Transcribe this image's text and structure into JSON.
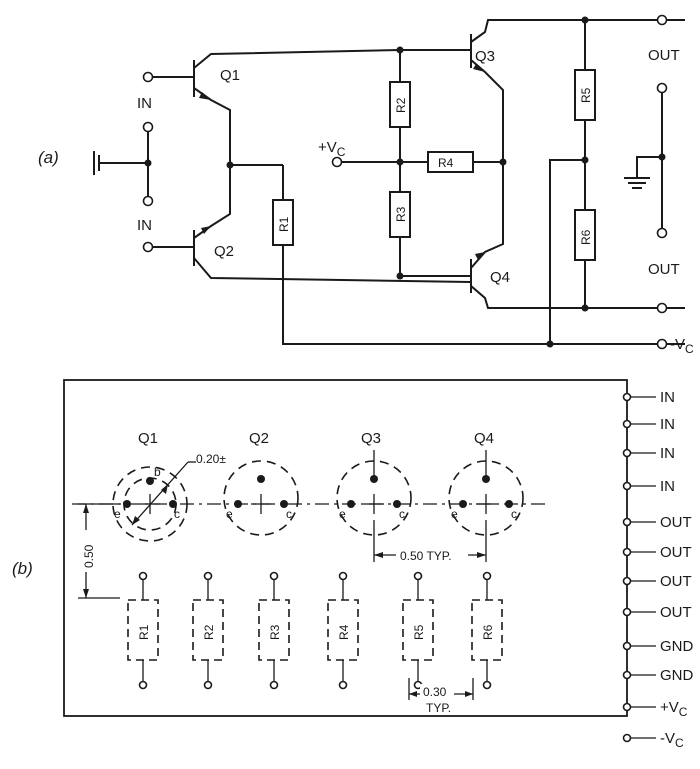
{
  "panel_a": {
    "label": "(a)",
    "inputs": [
      "IN",
      "IN"
    ],
    "outputs": [
      "OUT",
      "OUT"
    ],
    "transistors": [
      "Q1",
      "Q2",
      "Q3",
      "Q4"
    ],
    "resistors": [
      "R1",
      "R2",
      "R3",
      "R4",
      "R5",
      "R6"
    ],
    "supply_pos": "+V",
    "supply_neg": "-V",
    "supply_sub": "C"
  },
  "panel_b": {
    "label": "(b)",
    "transistors": [
      "Q1",
      "Q2",
      "Q3",
      "Q4"
    ],
    "resistors": [
      "R1",
      "R2",
      "R3",
      "R4",
      "R5",
      "R6"
    ],
    "pin_letters": {
      "emitter": "e",
      "base": "b",
      "collector": "c"
    },
    "dim_radius": "0.20±",
    "dim_vertical": "0.50",
    "dim_transistor_pitch": "0.50 TYP.",
    "dim_resistor_pitch": "0.30",
    "dim_resistor_pitch_note": "TYP.",
    "pins": [
      "IN",
      "IN",
      "IN",
      "IN",
      "OUT",
      "OUT",
      "OUT",
      "OUT",
      "GND",
      "GND",
      "+V",
      "-V"
    ],
    "pin_sub": "C"
  }
}
